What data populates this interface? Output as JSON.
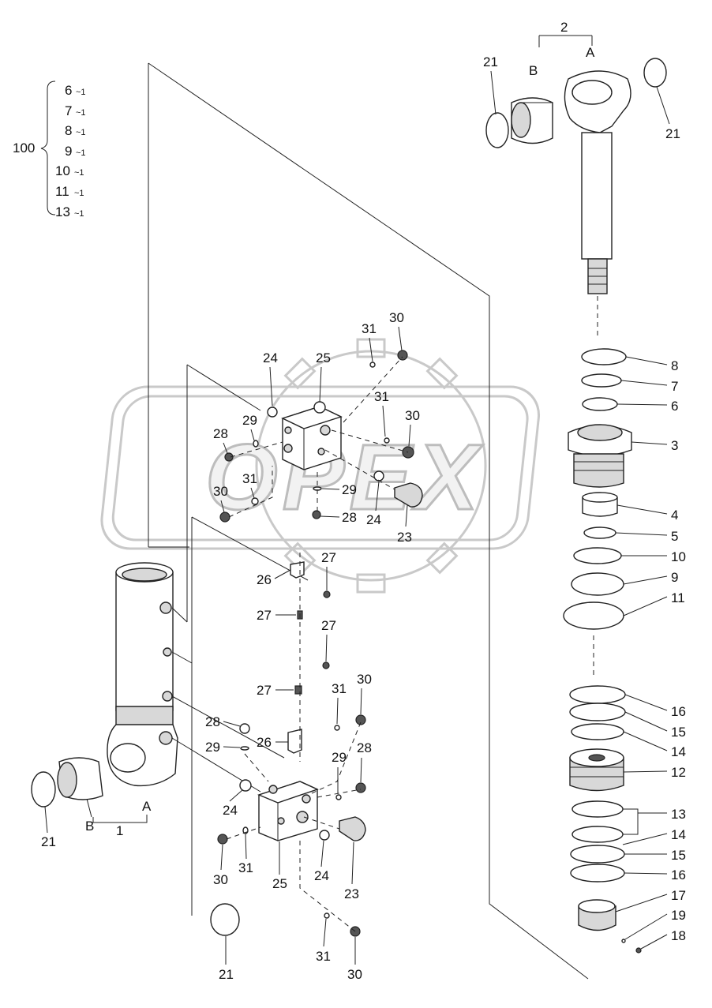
{
  "kit": {
    "number": "100",
    "items": [
      {
        "part": "6",
        "qty": "~1"
      },
      {
        "part": "7",
        "qty": "~1"
      },
      {
        "part": "8",
        "qty": "~1"
      },
      {
        "part": "9",
        "qty": "~1"
      },
      {
        "part": "10",
        "qty": "~1"
      },
      {
        "part": "11",
        "qty": "~1"
      },
      {
        "part": "13",
        "qty": "~1"
      }
    ]
  },
  "watermark": "OPEX",
  "labels": {
    "rod_assembly": "2",
    "rod_a": "A",
    "rod_b": "B",
    "ring_top_left": "21",
    "ring_top_right": "21",
    "p8": "8",
    "p7": "7",
    "p6": "6",
    "p3": "3",
    "p4": "4",
    "p5": "5",
    "p10": "10",
    "p9": "9",
    "p11": "11",
    "p16a": "16",
    "p15a": "15",
    "p14a": "14",
    "p12": "12",
    "p13": "13",
    "p14b": "14",
    "p15b": "15",
    "p16b": "16",
    "p17": "17",
    "p19": "19",
    "p18": "18",
    "u31a": "31",
    "u30a": "30",
    "u24": "24",
    "u25": "25",
    "u29a": "29",
    "u28a": "28",
    "u31b": "31",
    "u30b": "30",
    "u31c": "31",
    "u30c": "30",
    "u29b": "29",
    "u28b": "28",
    "u24b": "24",
    "u23": "23",
    "b27a": "27",
    "b26a": "26",
    "b27b": "27",
    "b27c": "27",
    "b27d": "27",
    "l31a": "31",
    "l30a": "30",
    "l28a": "28",
    "l29a": "29",
    "l26": "26",
    "l29b": "29",
    "l28b": "28",
    "l24": "24",
    "l30b": "30",
    "l31b": "31",
    "l25": "25",
    "l24b": "24",
    "l23": "23",
    "l31c": "31",
    "l30c": "30",
    "l21": "21",
    "cyl_ring": "21",
    "cyl_b": "B",
    "cyl_a": "A",
    "cyl_num": "1"
  }
}
